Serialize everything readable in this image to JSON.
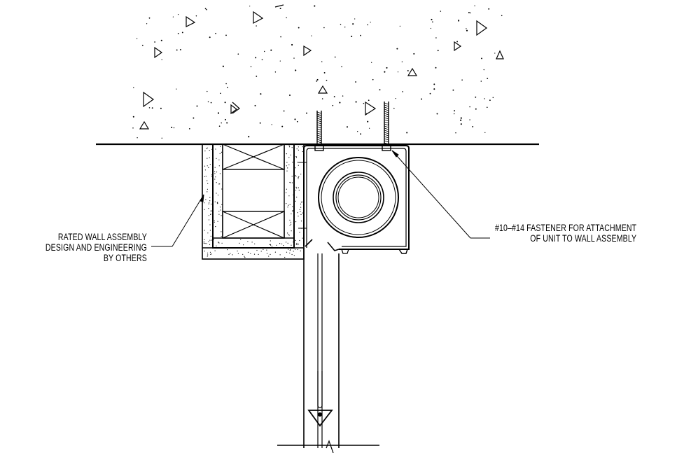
{
  "notes": {
    "wall_assembly": {
      "line1": "RATED WALL ASSEMBLY",
      "line2": "DESIGN AND ENGINEERING",
      "line3": "BY OTHERS"
    },
    "fastener": {
      "line1": "#10–#14 FASTENER FOR ATTACHMENT",
      "line2": "OF UNIT TO WALL ASSEMBLY"
    }
  },
  "colors": {
    "ink": "#000000",
    "paper": "#ffffff"
  }
}
